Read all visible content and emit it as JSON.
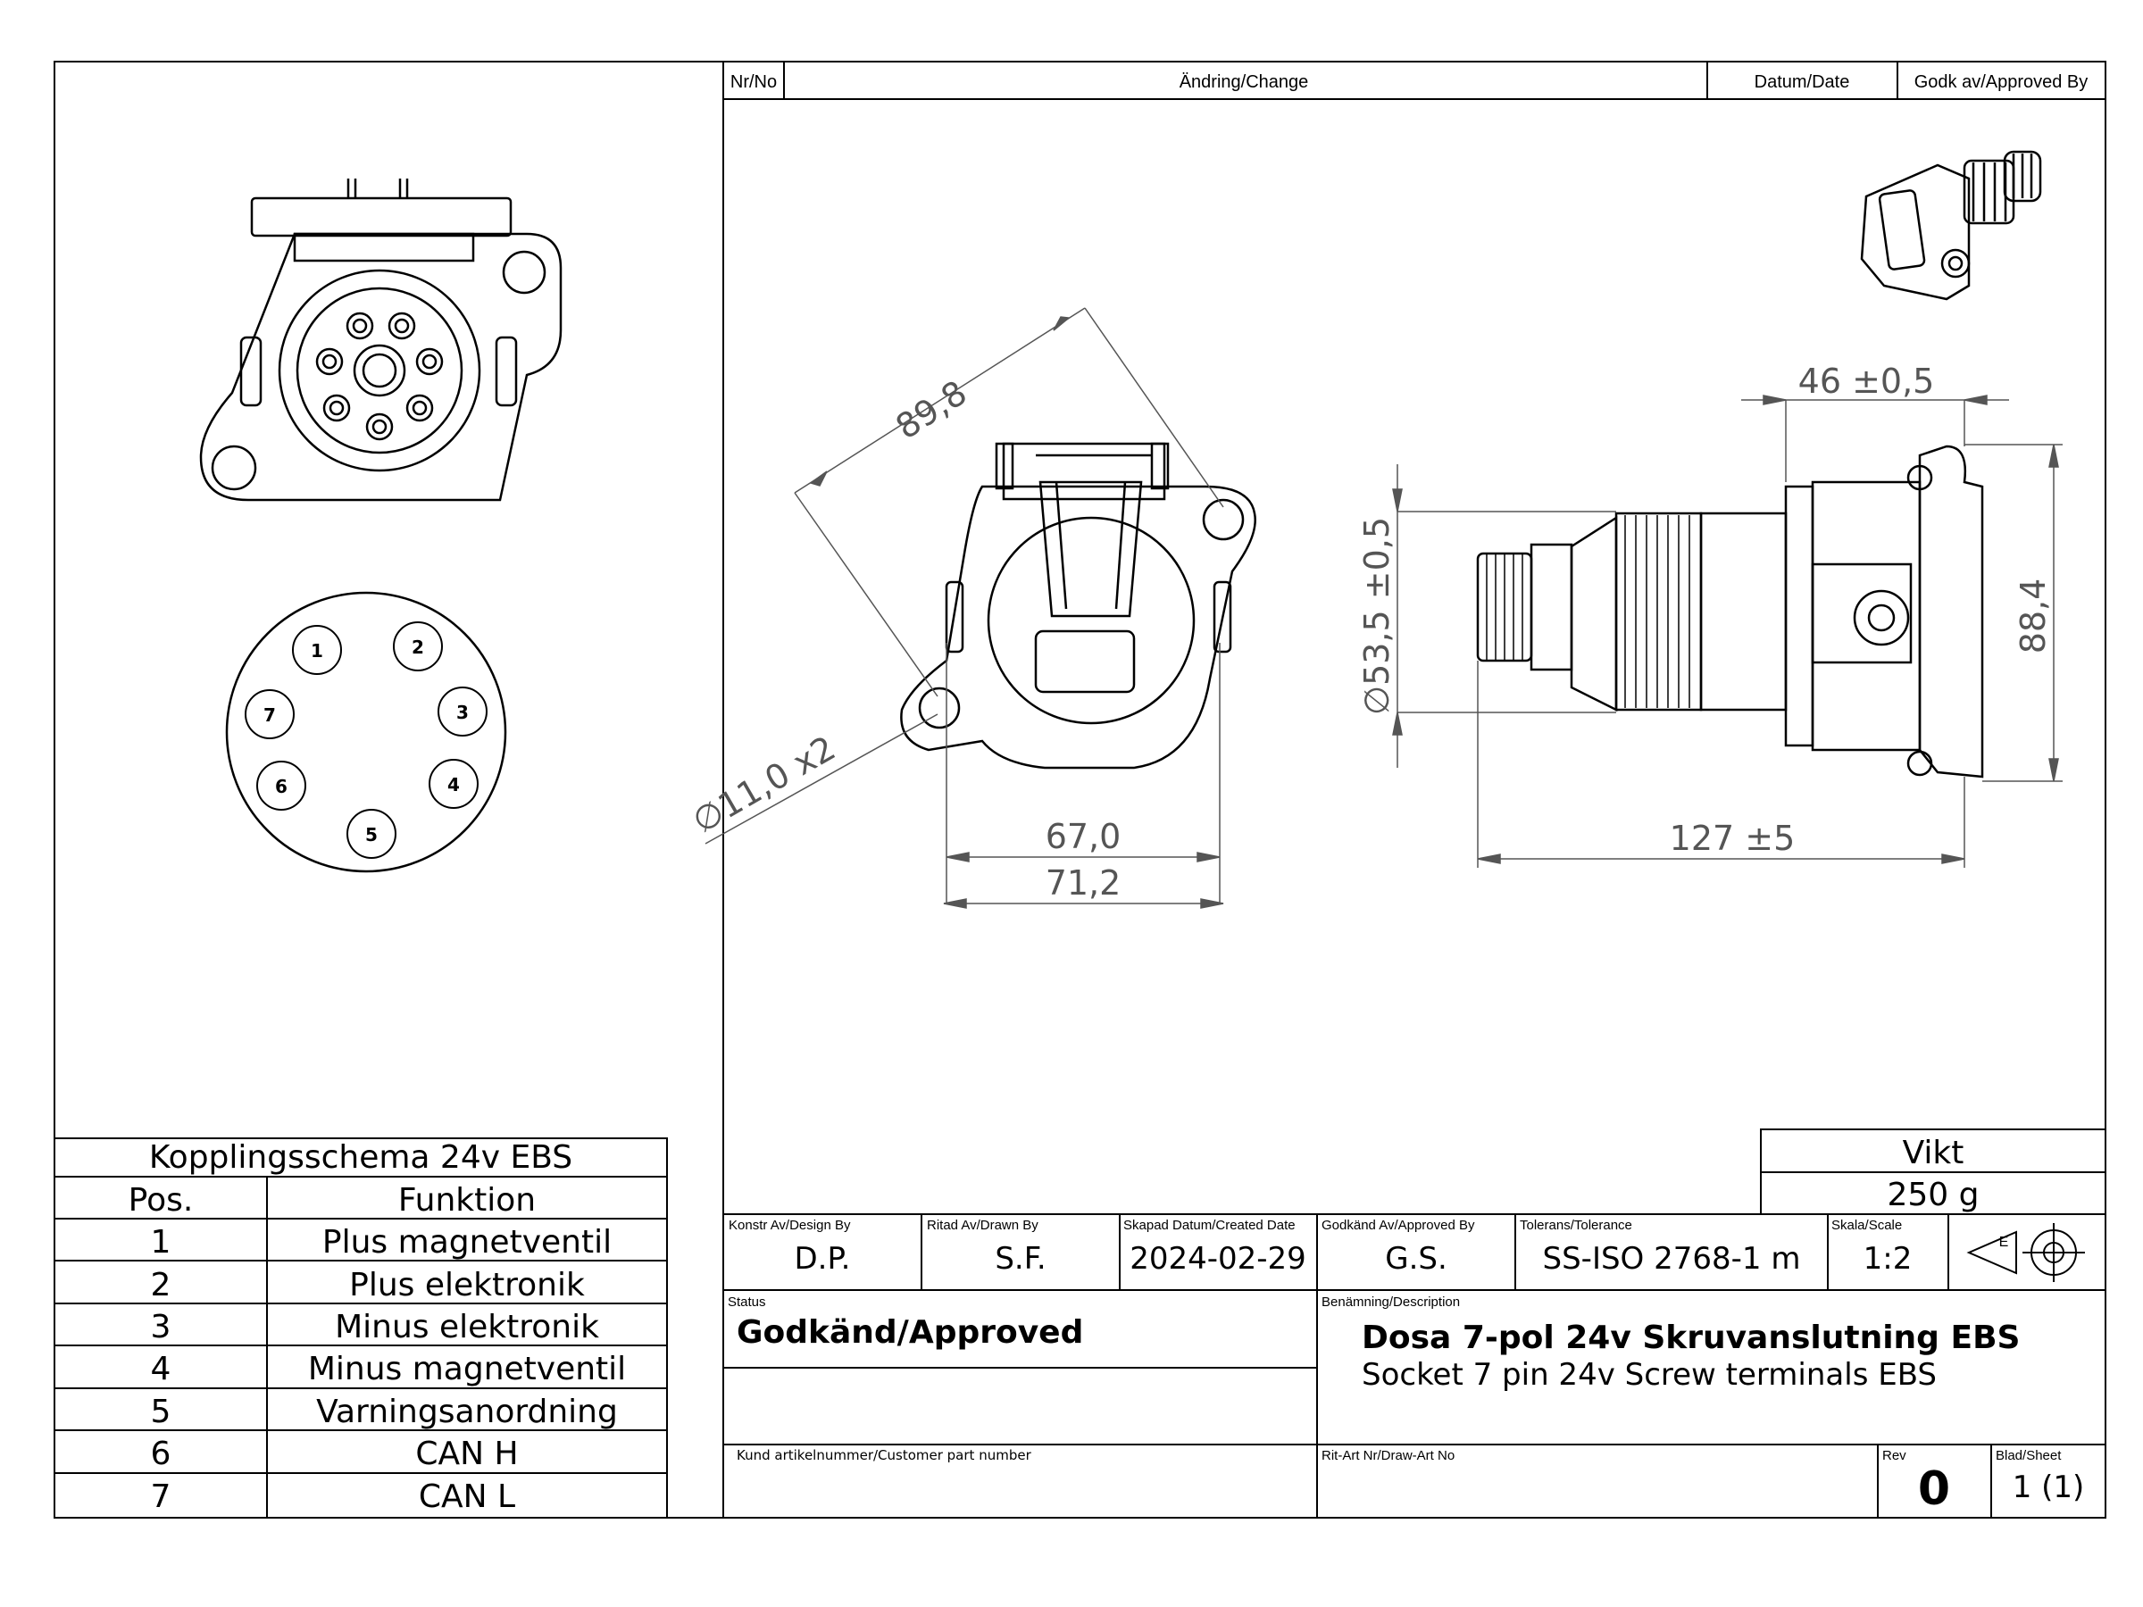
{
  "revision_table": {
    "headers": [
      "Nr/No",
      "Ändring/Change",
      "Datum/Date",
      "Godk av/Approved By"
    ]
  },
  "dimensions": {
    "diagonal": "89,8",
    "hole": "∅11,0 x2",
    "width_inner": "67,0",
    "width_outer": "71,2",
    "diameter": "∅53,5 ±0,5",
    "flange_depth": "46 ±0,5",
    "length": "127 ±5",
    "height": "88,4"
  },
  "pin_numbers": [
    "1",
    "2",
    "3",
    "4",
    "5",
    "6",
    "7"
  ],
  "wiring_table": {
    "title": "Kopplingsschema 24v EBS",
    "col_pos": "Pos.",
    "col_func": "Funktion",
    "rows": [
      {
        "pos": "1",
        "func": "Plus magnetventil"
      },
      {
        "pos": "2",
        "func": "Plus elektronik"
      },
      {
        "pos": "3",
        "func": "Minus elektronik"
      },
      {
        "pos": "4",
        "func": "Minus magnetventil"
      },
      {
        "pos": "5",
        "func": "Varningsanordning"
      },
      {
        "pos": "6",
        "func": "CAN H"
      },
      {
        "pos": "7",
        "func": "CAN L"
      }
    ]
  },
  "weight": {
    "label": "Vikt",
    "value": "250 g"
  },
  "title_block": {
    "design_label": "Konstr Av/Design By",
    "design": "D.P.",
    "drawn_label": "Ritad Av/Drawn By",
    "drawn": "S.F.",
    "created_label": "Skapad Datum/Created Date",
    "created": "2024-02-29",
    "approved_label": "Godkänd Av/Approved By",
    "approved": "G.S.",
    "tolerance_label": "Tolerans/Tolerance",
    "tolerance": "SS-ISO 2768-1 m",
    "scale_label": "Skala/Scale",
    "scale": "1:2",
    "projection_symbol_letter": "E",
    "status_label": "Status",
    "status": "Godkänd/Approved",
    "desc_label": "Benämning/Description",
    "desc_sv": "Dosa 7-pol 24v Skruvanslutning EBS",
    "desc_en": "Socket 7 pin 24v Screw terminals EBS",
    "customer_label": "Kund artikelnummer/Customer part number",
    "drawno_label": "Rit-Art Nr/Draw-Art No",
    "rev_label": "Rev",
    "rev": "0",
    "sheet_label": "Blad/Sheet",
    "sheet": "1 (1)"
  },
  "colors": {
    "line": "#000000",
    "dimension": "#555555",
    "background": "#ffffff"
  }
}
